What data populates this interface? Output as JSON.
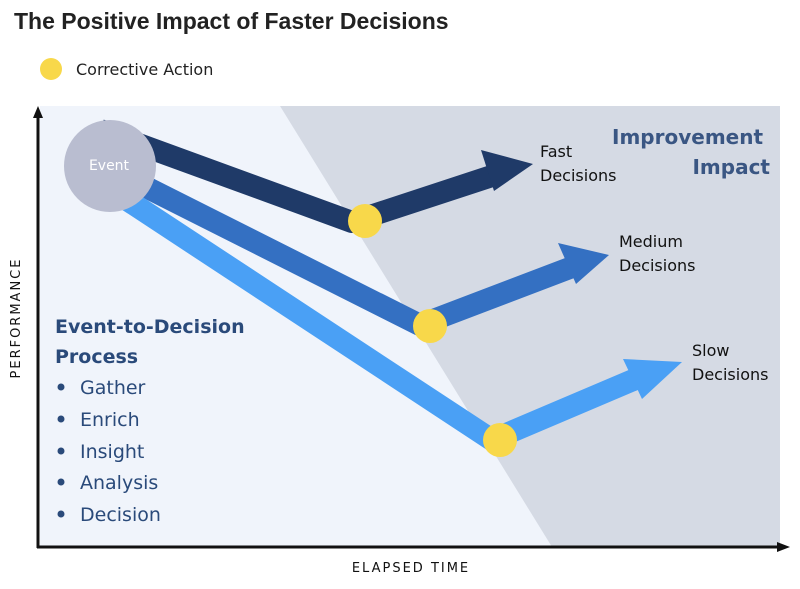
{
  "title": "The Positive Impact of Faster Decisions",
  "legend": {
    "label": "Corrective Action",
    "color": "#f8d84a"
  },
  "axes": {
    "x_label": "ELAPSED TIME",
    "y_label": "PERFORMANCE"
  },
  "improvement_impact": {
    "line1": "Improvement",
    "line2": "Impact"
  },
  "event": {
    "label": "Event"
  },
  "process": {
    "title_line1": "Event-to-Decision",
    "title_line2": "Process",
    "steps": [
      "Gather",
      "Enrich",
      "Insight",
      "Analysis",
      "Decision"
    ]
  },
  "paths": [
    {
      "name_line1": "Fast",
      "name_line2": "Decisions",
      "color": "#1f3a68"
    },
    {
      "name_line1": "Medium",
      "name_line2": "Decisions",
      "color": "#3470c2"
    },
    {
      "name_line1": "Slow",
      "name_line2": "Decisions",
      "color": "#4aa0f5"
    }
  ],
  "colors": {
    "background_region": "#f0f4fb",
    "impact_region": "#d5dae4",
    "event_circle": "#b9bdd0"
  }
}
